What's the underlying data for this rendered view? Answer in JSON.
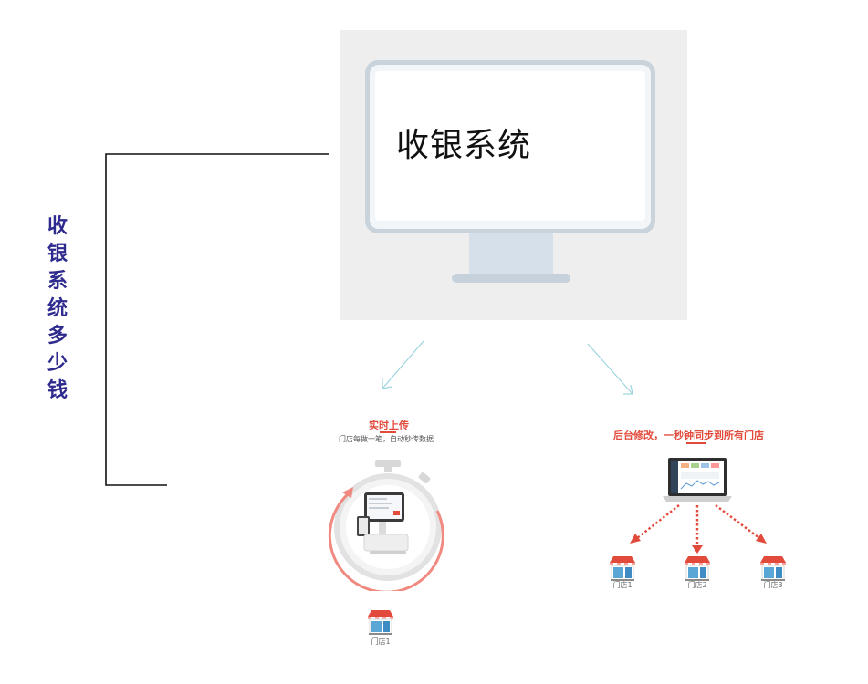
{
  "side_title": "收银系统多少钱",
  "monitor": {
    "screen_text": "收银系统"
  },
  "left_section": {
    "title": "实时上传",
    "subtitle": "门店每做一笔，自动秒传数据",
    "store": {
      "label": "门店1",
      "icon": "store-icon"
    }
  },
  "right_section": {
    "title": "后台修改，一秒钟同步到所有门店",
    "stores": [
      {
        "label": "门店1",
        "icon": "store-icon"
      },
      {
        "label": "门店2",
        "icon": "store-icon"
      },
      {
        "label": "门店3",
        "icon": "store-icon"
      }
    ]
  },
  "colors": {
    "title_blue": "#2e2a8e",
    "accent_red": "#e24a3b",
    "arrow_cyan": "#9fd6de",
    "panel_gray": "#eeeeee"
  }
}
